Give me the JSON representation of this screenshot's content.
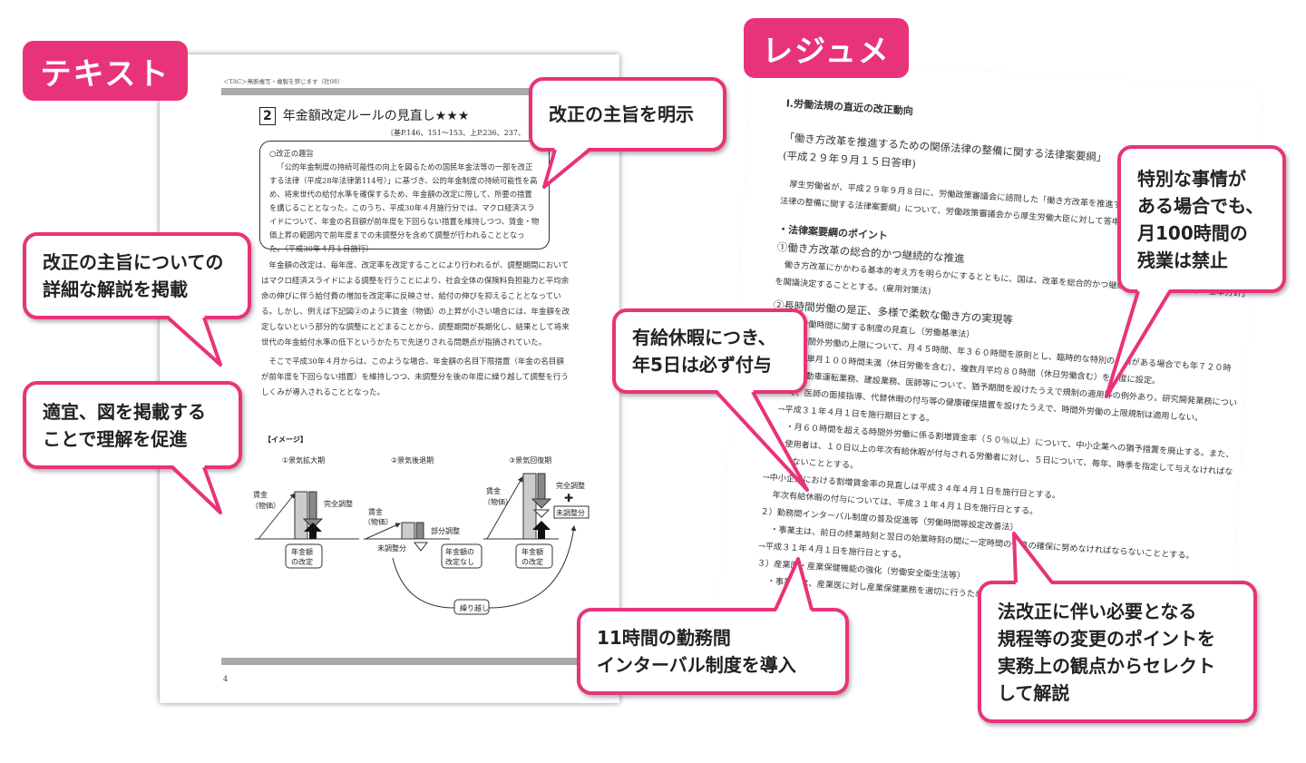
{
  "tags": {
    "text": "テキスト",
    "resume": "レジュメ"
  },
  "text_page": {
    "header": "＜TAC＞無断複写・複製を禁じます（社08）",
    "section_number": "2",
    "section_title": "年金額改定ルールの見直し★★★",
    "reference": "〔基P.146、151～153、上P.236、237、",
    "box_title": "○改正の趣旨",
    "box_text": "「公的年金制度の持続可能性の向上を図るための国民年金法等の一部を改正する法律（平成28年法律第114号）」に基づき、公的年金制度の持続可能性を高め、将来世代の給付水準を確保するため、年金額の改定に際して、所要の措置を講じることとなった。このうち、平成30年４月施行分では、マクロ経済スライドについて、年金の名目額が前年度を下回らない措置を維持しつつ、賃金・物価上昇の範囲内で前年度までの未調整分を含めて調整が行われることとなった。（平成30年４月１日施行）",
    "para1": "年金額の改定は、毎年度、改定率を改定することにより行われるが、調整期間においてはマクロ経済スライドによる調整を行うことにより、社会全体の保険料負担能力と平均余命の伸びに伴う給付費の増加を改定率に反映させ、給付の伸びを抑えることとなっている。しかし、例えば下記図②のように賃金（物価）の上昇が小さい場合には、年金額を改定しないという部分的な調整にとどまることから、調整期間が長期化し、結果として将来世代の年金給付水準の低下というかたちで先送りされる問題点が指摘されていた。",
    "para2": "そこで平成30年４月からは、このような場合、年金額の名目下限措置（年金の名目額が前年度を下回らない措置）を維持しつつ、未調整分を後の年度に繰り越して調整を行うしくみが導入されることとなった。",
    "figure": {
      "caption": "【イメージ】",
      "p1": "①景気拡大期",
      "p2": "②景気後退期",
      "p3": "③景気回復期",
      "wage": "賃金",
      "price": "（物価）",
      "full": "完全調整",
      "partial": "部分調整",
      "unadj": "未調整分",
      "rev1": "年金額",
      "rev2": "の改定",
      "norev1": "年金額の",
      "norev2": "改定なし",
      "plus": "✚",
      "carry": "繰り越し"
    },
    "page_number": "4"
  },
  "resume_page": {
    "heading": "Ⅰ.労働法規の直近の改正動向",
    "quote1": "「働き方改革を推進するための関係法律の整備に関する法律案要綱」",
    "quote2": "(平成２９年９月１５日答申)",
    "intro": "厚生労働省が、平成２９年９月８日に、労働政策審議会に諮問した「働き方改革を推進するための関係法律の整備に関する法律案要綱」について、労働政策審議会から厚生労働大臣に対して答申が行われた。",
    "points": "・法律案要綱のポイント",
    "p1": "①働き方改革の総合的かつ継続的な推進",
    "p1_text": "働き方改革にかかわる基本的考え方を明らかにするとともに、国は、改革を総合的かつ継続的に推進するための「基本方針」を閣議決定することとする。(雇用対策法)",
    "p2": "②長時間労働の是正、多様で柔軟な働き方の実現等",
    "p2_1": "１）労働時間に関する制度の見直し（労働基準法）",
    "p2_1a": "・時間外労働の上限について、月４５時間、年３６０時間を原則とし、臨時的な特別の事情がある場合でも年７２０時間、単月１００時間未満（休日労働を含む）、複数月平均８０時間（休日労働含む）を限度に設定。",
    "p2_1b": "＊自動車運転業務、建設業務、医師等について、猶予期間を設けたうえで規制の適用等の例外あり。研究開発業務について、医師の面接指導、代替休暇の付与等の健康確保措置を設けたうえで、時間外労働の上限規制は適用しない。",
    "p2_1c": "→平成３１年４月１日を施行期日とする。",
    "p2_1d": "・月６０時間を超える時間外労働に係る割増賃金率（５０％以上）について、中小企業への猶予措置を廃止する。また、使用者は、１０日以上の年次有給休暇が付与される労働者に対し、５日について、毎年、時季を指定して与えなければならないこととする。",
    "p2_1e": "→中小企業における割増賃金率の見直しは平成３４年４月１日を施行日とする。",
    "p2_1f": "年次有給休暇の付与については、平成３１年４月１日を施行日とする。",
    "p2_2": "２）勤務間インターバル制度の普及促進等（労働時間等設定改善法）",
    "p2_2a": "・事業主は、前日の終業時刻と翌日の始業時刻の間に一定時間の休息の確保に努めなければならないこととする。",
    "p2_2b": "→平成３１年４月１日を施行日とする。",
    "p2_3": "３）産業医・産業保健機能の強化（労働安全衛生法等）",
    "p2_3a": "・事業者は、産業医に対し産業保健業務を適切に行うために必要な情報を提供"
  },
  "callouts": {
    "c1": "改正の主旨を明示",
    "c2a": "改正の主旨についての",
    "c2b": "詳細な解説を掲載",
    "c3a": "適宜、図を掲載する",
    "c3b": "ことで理解を促進",
    "c4a": "有給休暇につき、",
    "c4b": "年5日は必ず付与",
    "c5a": "特別な事情が",
    "c5b": "ある場合でも、",
    "c5c": "月100時間の",
    "c5d": "残業は禁止",
    "c6a": "11時間の勤務間",
    "c6b": "インターバル制度を導入",
    "c7a": "法改正に伴い必要となる",
    "c7b": "規程等の変更のポイントを",
    "c7c": "実務上の観点からセレクト",
    "c7d": "して解説"
  },
  "colors": {
    "accent": "#e8337a"
  }
}
